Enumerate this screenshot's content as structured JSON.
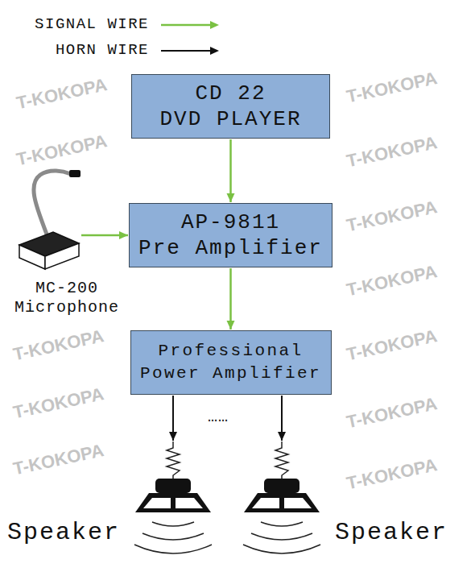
{
  "diagram": {
    "nodes": [
      {
        "text": [
          "CD 22",
          "DVD PLAYER"
        ]
      },
      {
        "text": [
          "MC-200 Microphone"
        ]
      },
      {
        "text": [
          "AP-9811",
          "Pre Amplifier"
        ]
      },
      {
        "text": [
          "Professional",
          "Power Amplifier"
        ]
      },
      {
        "text": [
          "Speaker"
        ]
      },
      {
        "text": [
          "Speaker"
        ]
      }
    ],
    "edges": [
      {
        "from": 0,
        "to": 2,
        "arrow": "to"
      },
      {
        "from": 1,
        "to": 2,
        "arrow": "to"
      },
      {
        "from": 2,
        "to": 3,
        "arrow": "to"
      },
      {
        "from": 3,
        "to": 4,
        "arrow": "to"
      },
      {
        "from": 3,
        "to": 5,
        "arrow": "to"
      }
    ],
    "labels": [
      "……",
      "T-KOKOPA",
      "T-KOKOPA",
      "T-KOKOPA",
      "T-KOKOPA",
      "T-KOKOPA",
      "T-KOKOPA",
      "T-KOKOPA",
      "T-KOKOPA",
      "T-KOKOPA",
      "T-KOKOPA",
      "T-KOKOPA",
      "T-KOKOPA"
    ],
    "legend": [
      {
        "text": "SIGNAL WIRE"
      },
      {
        "text": "HORN WIRE"
      }
    ]
  }
}
